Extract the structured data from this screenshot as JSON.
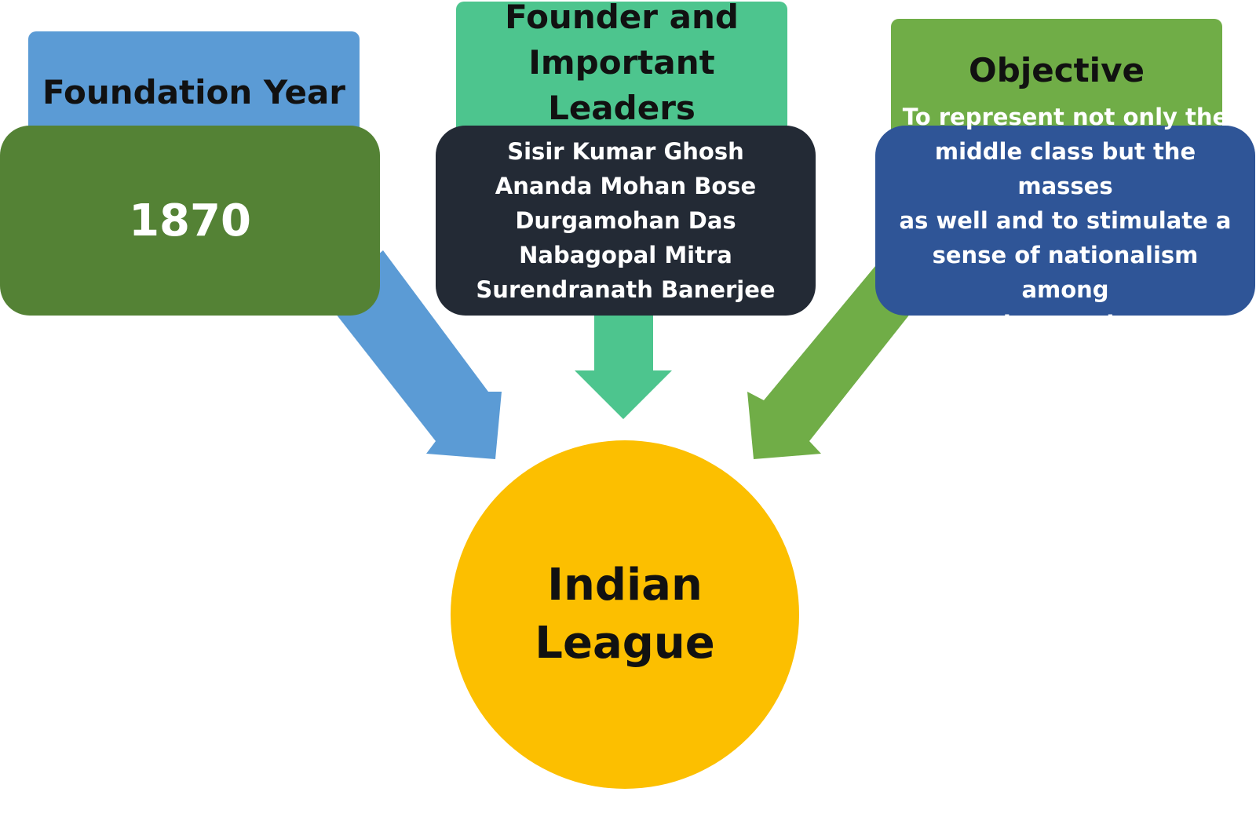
{
  "colors": {
    "blue": "#5b9bd5",
    "teal": "#4dc58e",
    "green_light": "#70ad47",
    "green_dark": "#548235",
    "navy": "#232a35",
    "royal_blue": "#2f5597",
    "gold": "#fcbf00"
  },
  "foundation": {
    "header": "Foundation Year",
    "value": "1870"
  },
  "leaders": {
    "header_lines": [
      "Founder and",
      "Important Leaders"
    ],
    "names": [
      "Sisir Kumar Ghosh",
      "Ananda Mohan Bose",
      "Durgamohan Das",
      "Nabagopal Mitra",
      "Surendranath Banerjee"
    ]
  },
  "objective": {
    "header": "Objective",
    "lines": [
      "To represent not only the",
      "middle class but the masses",
      "as well and to stimulate a",
      "sense of nationalism among",
      "the people."
    ]
  },
  "center": {
    "lines": [
      "Indian",
      "League"
    ]
  }
}
